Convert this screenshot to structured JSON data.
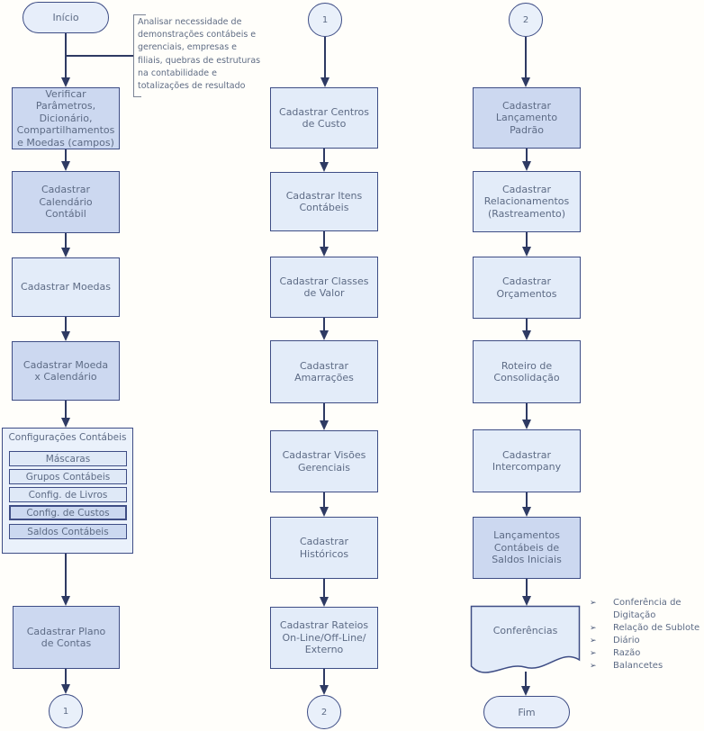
{
  "flow": {
    "start_label": "Início",
    "end_label": "Fim",
    "connector_1": "1",
    "connector_2": "2",
    "annotation_lines": [
      "Analisar necessidade de",
      "demonstrações contábeis e",
      "gerenciais, empresas e",
      "filiais, quebras de estruturas",
      "na contabilidade e",
      "totalizações de resultado"
    ],
    "col1": {
      "nodes": [
        {
          "label": "Verificar Parâmetros, Dicionário, Compartilhamentos e Moedas (campos)"
        },
        {
          "label": "Cadastrar Calendário Contábil"
        },
        {
          "label": "Cadastrar Moedas"
        },
        {
          "label": "Cadastrar Moeda x Calendário"
        },
        {
          "label": "Cadastrar Plano de Contas"
        }
      ],
      "group": {
        "title": "Configurações Contábeis",
        "items": [
          "Máscaras",
          "Grupos Contábeis",
          "Config. de Livros",
          "Config. de Custos",
          "Saldos Contábeis"
        ]
      }
    },
    "col2": {
      "nodes": [
        {
          "label": "Cadastrar Centros de Custo"
        },
        {
          "label": "Cadastrar Itens Contábeis"
        },
        {
          "label": "Cadastrar Classes de Valor"
        },
        {
          "label": "Cadastrar Amarrações"
        },
        {
          "label": "Cadastrar Visões Gerenciais"
        },
        {
          "label": "Cadastrar Históricos"
        },
        {
          "label": "Cadastrar Rateios On-Line/Off-Line/ Externo"
        }
      ]
    },
    "col3": {
      "nodes": [
        {
          "label": "Cadastrar Lançamento Padrão"
        },
        {
          "label": "Cadastrar Relacionamentos (Rastreamento)"
        },
        {
          "label": "Cadastrar Orçamentos"
        },
        {
          "label": "Roteiro de Consolidação"
        },
        {
          "label": "Cadastrar Intercompany"
        },
        {
          "label": "Lançamentos Contábeis de Saldos Iniciais"
        },
        {
          "label": "Conferências"
        }
      ]
    },
    "side_list": {
      "bullet": "➢",
      "items": [
        "Conferência de Digitação",
        "Relação de Sublote",
        "Diário",
        "Razão",
        "Balancetes"
      ]
    }
  },
  "colors": {
    "box_light": "#e3ecf9",
    "box_dark": "#ccd8f0",
    "border": "#3e4d85",
    "arrow": "#2e3a63",
    "text": "#5d6b85"
  }
}
